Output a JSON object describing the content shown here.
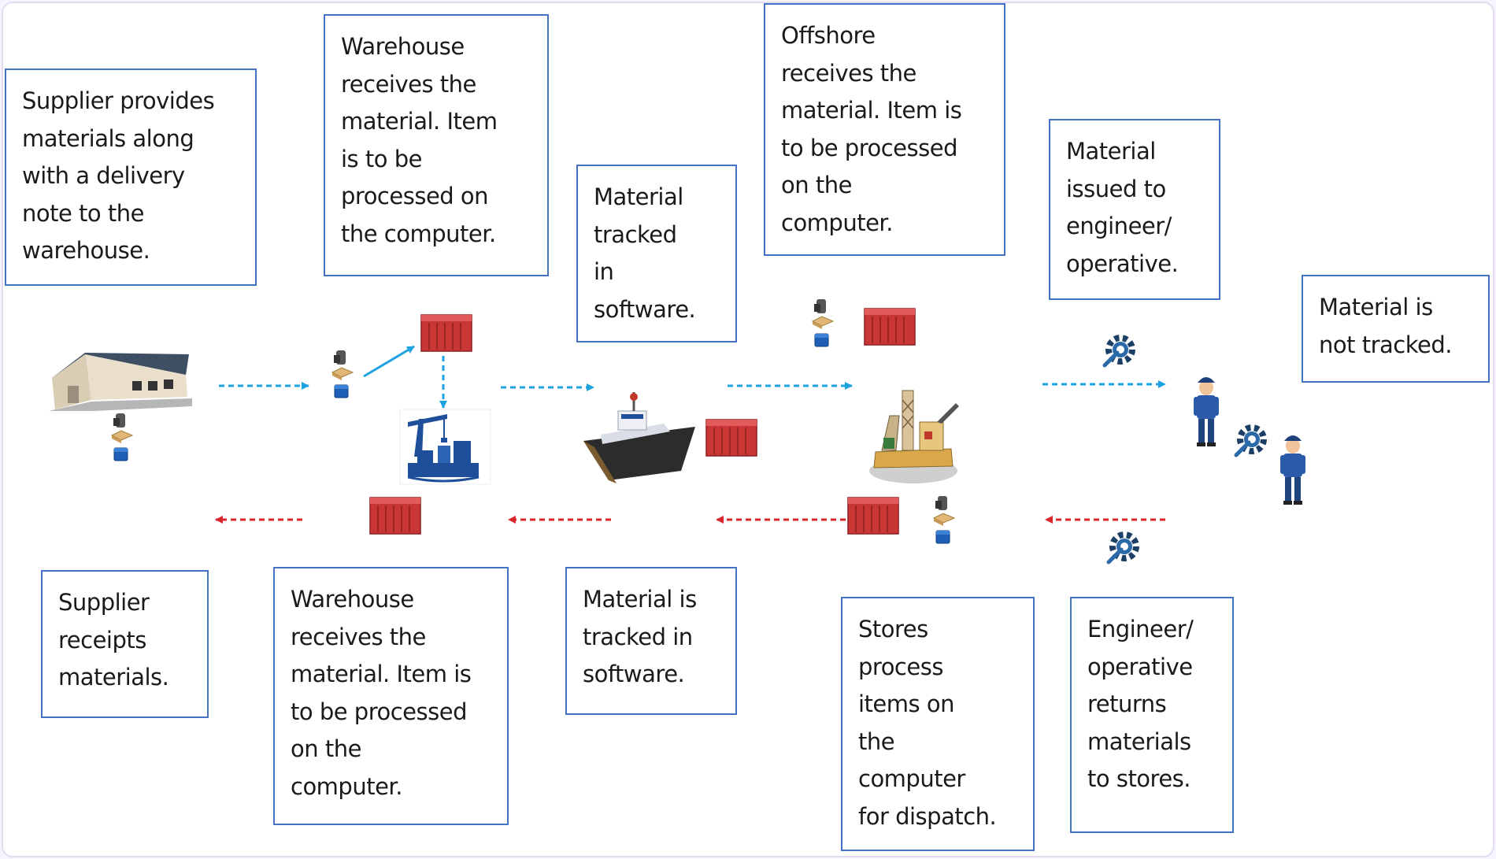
{
  "boxes": {
    "supplier_provides": "Supplier provides\nmaterials along\nwith a delivery\nnote to the\nwarehouse.",
    "warehouse_receives_top": "Warehouse\nreceives the\nmaterial. Item\nis to be\nprocessed on\nthe computer.",
    "material_tracked_top": "Material\ntracked\nin\nsoftware.",
    "offshore_receives": "Offshore\nreceives the\nmaterial. Item is\nto be processed\non the\ncomputer.",
    "material_issued": "Material\nissued to\nengineer/\noperative.",
    "material_not_tracked": "Material is\nnot tracked.",
    "supplier_receipts": "Supplier\nreceipts\nmaterials.",
    "warehouse_receives_bottom": "Warehouse\nreceives the\nmaterial. Item is\nto be processed\non the\ncomputer.",
    "material_tracked_bottom": "Material is\ntracked in\nsoftware.",
    "stores_process": "Stores\nprocess\nitems on\nthe\ncomputer\nfor dispatch.",
    "engineer_returns": "Engineer/\noperative\nreturns\nmaterials\nto stores."
  },
  "colors": {
    "box_border": "#4472c4",
    "forward_arrow": "#1fa3e0",
    "return_arrow": "#d9262c",
    "container": "#cc3a3a"
  },
  "icons": [
    "warehouse-icon",
    "scan-package-icon",
    "container-icon",
    "port-crane-icon",
    "supply-ship-icon",
    "offshore-rig-icon",
    "gear-icon",
    "engineer-icon"
  ]
}
